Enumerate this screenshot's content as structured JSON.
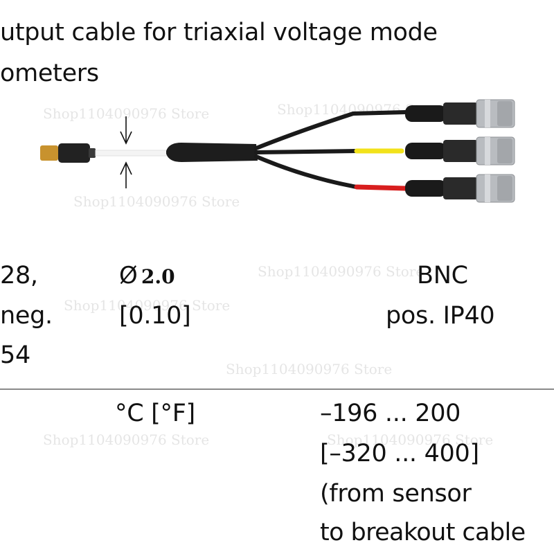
{
  "title": {
    "line1": "utput cable for triaxial voltage mode",
    "line2": "ometers"
  },
  "connector_column": {
    "line1": "28,",
    "line2": "neg.",
    "line3": "54"
  },
  "diameter_column": {
    "symbol": "Ø",
    "value": "2.0",
    "inch_value": "[0.10]"
  },
  "output_column": {
    "line1": "BNC",
    "line2": "pos. IP40"
  },
  "temperature_row": {
    "unit": "°C [°F]",
    "range_c": "–196 ... 200",
    "range_f": "[–320 ... 400]",
    "note_line1": "(from sensor",
    "note_line2": "to breakout cable"
  },
  "watermark": "Shop1104090976 Store",
  "colors": {
    "text": "#111111",
    "rule": "#8a8a8a",
    "connector_gold": "#c8922e",
    "cable_black": "#1a1a1a",
    "wire_yellow": "#f2e21a",
    "wire_red": "#d81e1e",
    "bnc_silver": "#b9bcc0"
  }
}
